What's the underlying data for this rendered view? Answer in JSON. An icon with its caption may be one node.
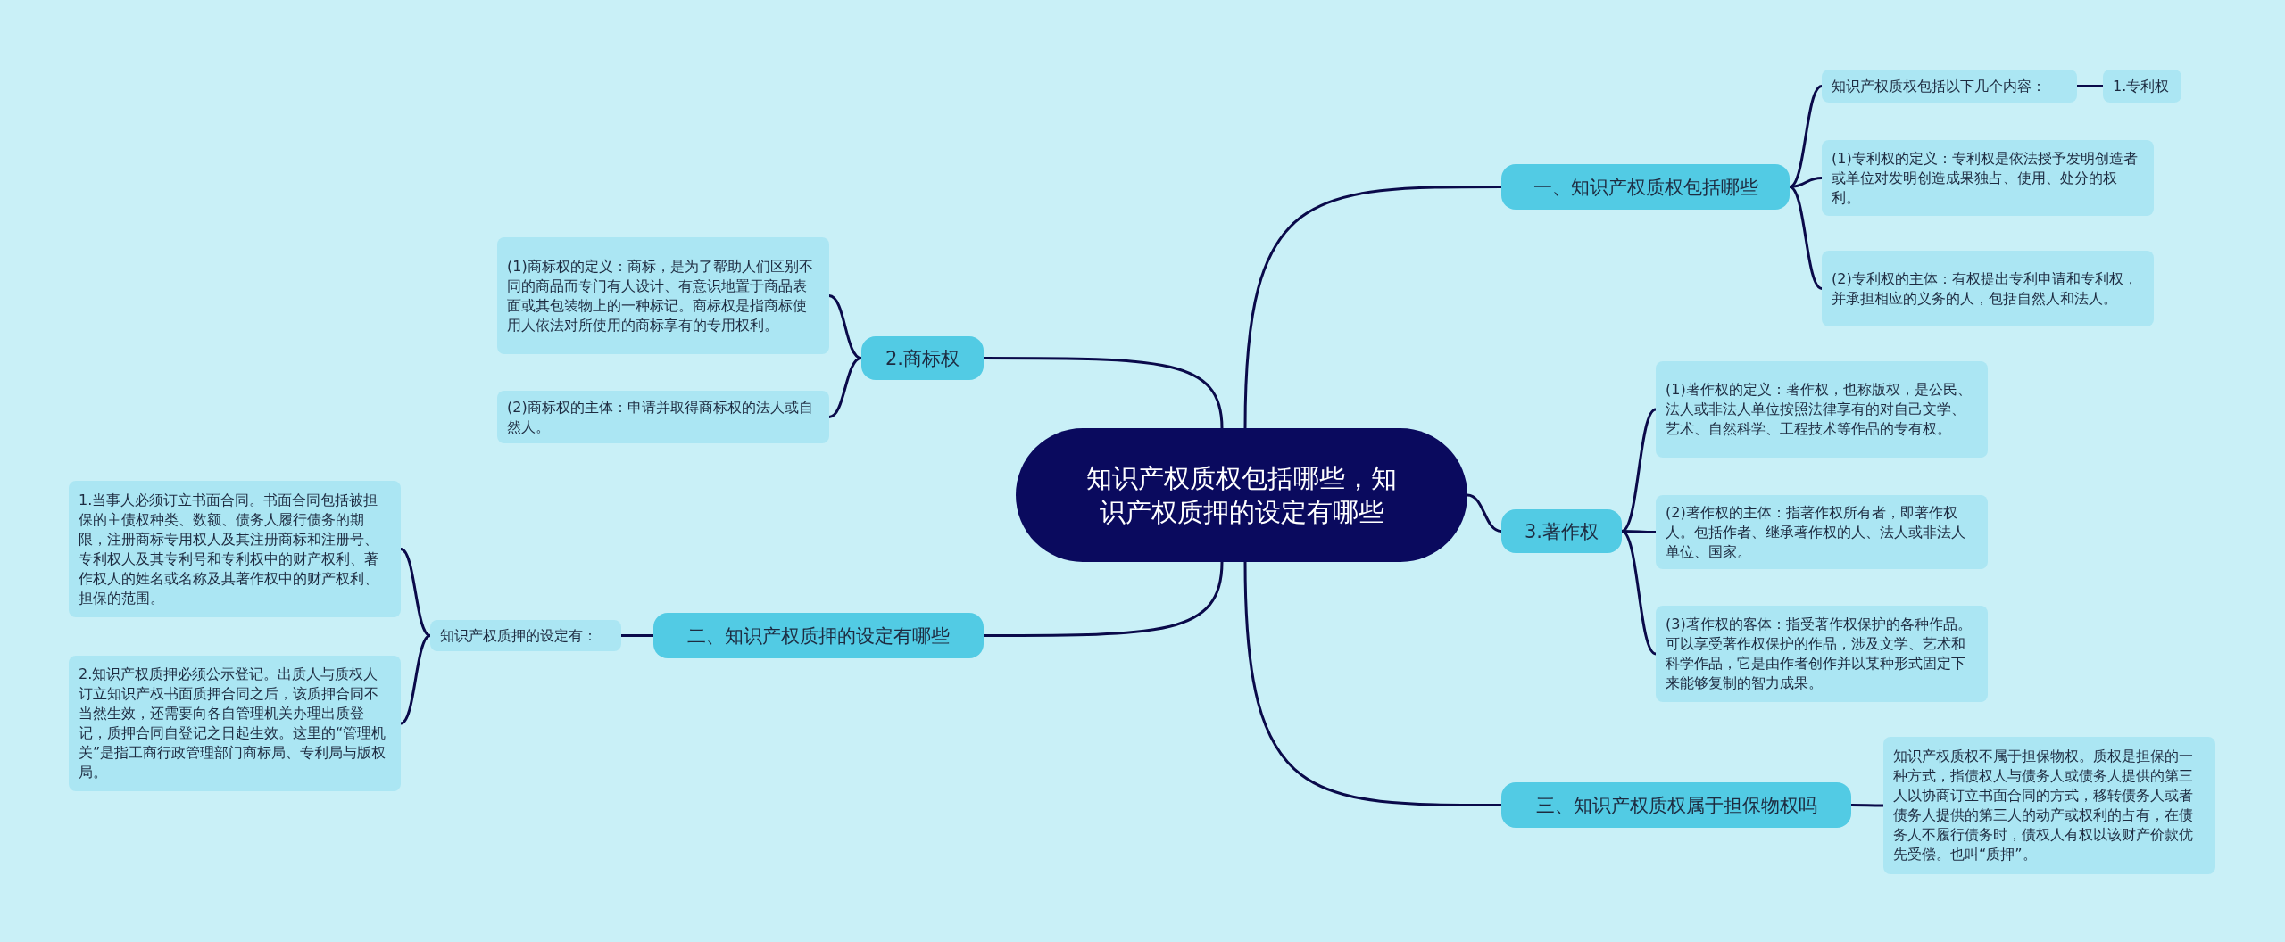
{
  "diagram": {
    "nodes": [
      {
        "text": [
          "知识产权质权包括哪些，知识产权质押的设定有哪些"
        ]
      },
      {
        "text": [
          "一、知识产权质权包括哪些"
        ]
      },
      {
        "text": [
          "知识产权质权包括以下几个内容："
        ]
      },
      {
        "text": [
          "1.专利权"
        ]
      },
      {
        "text": [
          "(1)专利权的定义：专利权是依法授予发明创造者或单位对发明创造成果独占、使用、处分的权利。"
        ]
      },
      {
        "text": [
          "(2)专利权的主体：有权提出专利申请和专利权，并承担相应的义务的人，包括自然人和法人。"
        ]
      },
      {
        "text": [
          "2.商标权"
        ]
      },
      {
        "text": [
          "(1)商标权的定义：商标，是为了帮助人们区别不同的商品而专门有人设计、有意识地置于商品表面或其包装物上的一种标记。商标权是指商标使用人依法对所使用的商标享有的专用权利。"
        ]
      },
      {
        "text": [
          "(2)商标权的主体：申请并取得商标权的法人或自然人。"
        ]
      },
      {
        "text": [
          "3.著作权"
        ]
      },
      {
        "text": [
          "(1)著作权的定义：著作权，也称版权，是公民、法人或非法人单位按照法律享有的对自己文学、艺术、自然科学、工程技术等作品的专有权。"
        ]
      },
      {
        "text": [
          "(2)著作权的主体：指著作权所有者，即著作权人。包括作者、继承著作权的人、法人或非法人单位、国家。"
        ]
      },
      {
        "text": [
          "(3)著作权的客体：指受著作权保护的各种作品。可以享受著作权保护的作品，涉及文学、艺术和科学作品，它是由作者创作并以某种形式固定下来能够复制的智力成果。"
        ]
      },
      {
        "text": [
          "二、知识产权质押的设定有哪些"
        ]
      },
      {
        "text": [
          "知识产权质押的设定有："
        ]
      },
      {
        "text": [
          "1.当事人必须订立书面合同。书面合同包括被担保的主债权种类、数额、债务人履行债务的期限，注册商标专用权人及其注册商标和注册号、专利权人及其专利号和专利权中的财产权利、著作权人的姓名或名称及其著作权中的财产权利、担保的范围。"
        ]
      },
      {
        "text": [
          "2.知识产权质押必须公示登记。出质人与质权人订立知识产权书面质押合同之后，该质押合同不当然生效，还需要向各自管理机关办理出质登记，质押合同自登记之日起生效。这里的“管理机关”是指工商行政管理部门商标局、专利局与版权局。"
        ]
      },
      {
        "text": [
          "三、知识产权质权属于担保物权吗"
        ]
      },
      {
        "text": [
          "知识产权质权不属于担保物权。质权是担保的一种方式，指债权人与债务人或债务人提供的第三人以协商订立书面合同的方式，移转债务人或者债务人提供的第三人的动产或权利的占有，在债务人不履行债务时，债权人有权以该财产价款优先受偿。也叫“质押”。"
        ]
      }
    ],
    "edges": [
      {
        "from": 0,
        "to": 1,
        "arrow": "none"
      },
      {
        "from": 1,
        "to": 2,
        "arrow": "none"
      },
      {
        "from": 2,
        "to": 3,
        "arrow": "none"
      },
      {
        "from": 1,
        "to": 4,
        "arrow": "none"
      },
      {
        "from": 1,
        "to": 5,
        "arrow": "none"
      },
      {
        "from": 0,
        "to": 6,
        "arrow": "none"
      },
      {
        "from": 6,
        "to": 7,
        "arrow": "none"
      },
      {
        "from": 6,
        "to": 8,
        "arrow": "none"
      },
      {
        "from": 0,
        "to": 9,
        "arrow": "none"
      },
      {
        "from": 9,
        "to": 10,
        "arrow": "none"
      },
      {
        "from": 9,
        "to": 11,
        "arrow": "none"
      },
      {
        "from": 9,
        "to": 12,
        "arrow": "none"
      },
      {
        "from": 0,
        "to": 13,
        "arrow": "none"
      },
      {
        "from": 13,
        "to": 14,
        "arrow": "none"
      },
      {
        "from": 14,
        "to": 15,
        "arrow": "none"
      },
      {
        "from": 14,
        "to": 16,
        "arrow": "none"
      },
      {
        "from": 0,
        "to": 17,
        "arrow": "none"
      },
      {
        "from": 17,
        "to": 18,
        "arrow": "none"
      }
    ]
  }
}
